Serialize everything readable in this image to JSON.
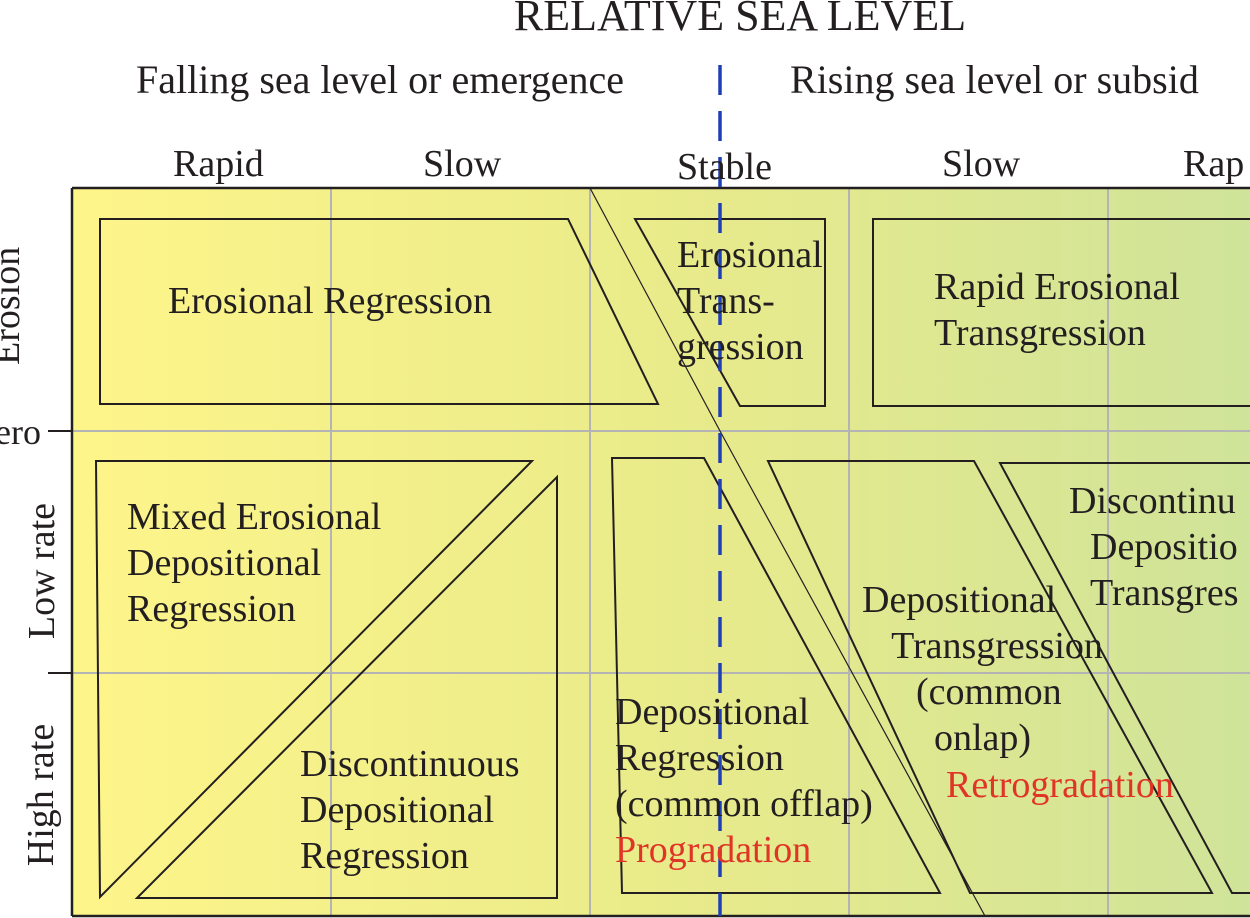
{
  "title": "RELATIVE SEA LEVEL",
  "falling_label": "Falling sea level or emergence",
  "rising_label": "Rising sea level or subsid",
  "columns": [
    "Rapid",
    "Slow",
    "Stable",
    "Slow",
    "Rap"
  ],
  "rows": {
    "erosion": "Erosion",
    "zero": "ero",
    "low_rate": "Low rate",
    "high_rate": "High rate"
  },
  "regions": {
    "erosional_regression": "Erosional Regression",
    "erosional_transgression": [
      "Erosional",
      "Trans-",
      "gression"
    ],
    "rapid_erosional_transgression": [
      "Rapid Erosional",
      "Transgression"
    ],
    "mixed_regression": [
      "Mixed Erosional",
      "Depositional",
      "Regression"
    ],
    "discontinuous_regression": [
      "Discontinuous",
      "Depositional",
      "Regression"
    ],
    "depositional_regression": [
      "Depositional",
      "Regression",
      "(common offlap)"
    ],
    "progradation": "Progradation",
    "depositional_transgression": [
      "Depositional",
      "Transgression",
      "(common",
      "onlap)"
    ],
    "retrogradation": "Retrogradation",
    "discontinuous_transgression": [
      "Discontinu",
      "Depositio",
      "Transgres"
    ]
  },
  "colors": {
    "gradient_left": "#fef58a",
    "gradient_mid": "#e9eb8a",
    "gradient_right": "#cfe39a",
    "grid": "#b4b4b4",
    "outline": "#231f20",
    "stable_line": "#1f3fb8",
    "highlight_text": "#e03526"
  }
}
